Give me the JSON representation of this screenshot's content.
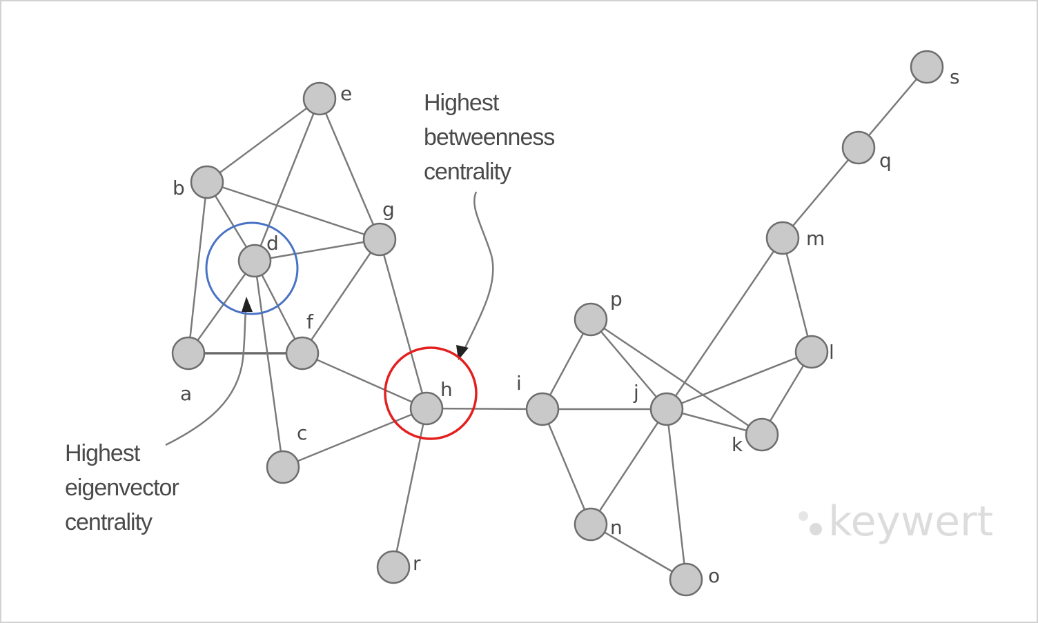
{
  "nodes": [
    {
      "id": "a",
      "label": "a"
    },
    {
      "id": "b",
      "label": "b"
    },
    {
      "id": "c",
      "label": "c"
    },
    {
      "id": "d",
      "label": "d"
    },
    {
      "id": "e",
      "label": "e"
    },
    {
      "id": "f",
      "label": "f"
    },
    {
      "id": "g",
      "label": "g"
    },
    {
      "id": "h",
      "label": "h"
    },
    {
      "id": "i",
      "label": "i"
    },
    {
      "id": "j",
      "label": "j"
    },
    {
      "id": "k",
      "label": "k"
    },
    {
      "id": "l",
      "label": "l"
    },
    {
      "id": "m",
      "label": "m"
    },
    {
      "id": "n",
      "label": "n"
    },
    {
      "id": "o",
      "label": "o"
    },
    {
      "id": "p",
      "label": "p"
    },
    {
      "id": "q",
      "label": "q"
    },
    {
      "id": "r",
      "label": "r"
    },
    {
      "id": "s",
      "label": "s"
    }
  ],
  "edges": [
    [
      "a",
      "b"
    ],
    [
      "a",
      "d"
    ],
    [
      "a",
      "f"
    ],
    [
      "b",
      "e"
    ],
    [
      "b",
      "g"
    ],
    [
      "b",
      "d"
    ],
    [
      "d",
      "e"
    ],
    [
      "d",
      "g"
    ],
    [
      "d",
      "f"
    ],
    [
      "d",
      "c"
    ],
    [
      "e",
      "g"
    ],
    [
      "f",
      "g"
    ],
    [
      "g",
      "h"
    ],
    [
      "f",
      "h"
    ],
    [
      "c",
      "h"
    ],
    [
      "h",
      "r"
    ],
    [
      "h",
      "i"
    ],
    [
      "i",
      "j"
    ],
    [
      "i",
      "p"
    ],
    [
      "i",
      "n"
    ],
    [
      "p",
      "j"
    ],
    [
      "p",
      "k"
    ],
    [
      "j",
      "k"
    ],
    [
      "j",
      "l"
    ],
    [
      "j",
      "m"
    ],
    [
      "j",
      "n"
    ],
    [
      "j",
      "o"
    ],
    [
      "n",
      "o"
    ],
    [
      "l",
      "m"
    ],
    [
      "l",
      "k"
    ],
    [
      "m",
      "q"
    ],
    [
      "q",
      "s"
    ]
  ],
  "annotations": {
    "betweenness": {
      "lines": [
        "Highest",
        "betweenness",
        "centrality"
      ],
      "highlight_node": "h",
      "highlight_color": "#e41f1f"
    },
    "eigenvector": {
      "lines": [
        "Highest",
        "eigenvector",
        "centrality"
      ],
      "highlight_node": "d",
      "highlight_color": "#4a72c4"
    }
  },
  "watermark": {
    "text": "keywert"
  },
  "colors": {
    "node_fill": "#c9c9c9",
    "node_stroke": "#6d6d6d",
    "edge": "#7a7a7a"
  }
}
